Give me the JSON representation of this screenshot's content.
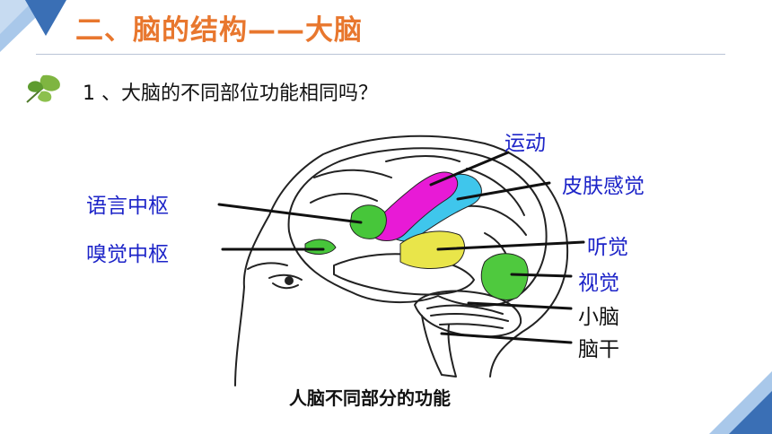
{
  "slide": {
    "title": "二、脑的结构——大脑",
    "question": "1 、大脑的不同部位功能相同吗？"
  },
  "figure": {
    "caption": "人脑不同部分的功能",
    "labels": {
      "motor": "运动",
      "skin_sense": "皮肤感觉",
      "speech_center": "语言中枢",
      "smell_center": "嗅觉中枢",
      "hearing": "听觉",
      "vision": "视觉",
      "cerebellum": "小脑",
      "brainstem": "脑干"
    }
  },
  "colors": {
    "title": "#e8772e",
    "label_blue": "#1d24c8",
    "motor_area": "#e81ad6",
    "skin_area": "#3fc6ec",
    "speech_area": "#47c63a",
    "hearing_area": "#e9e54a",
    "vision_area": "#4fc93e",
    "corner_blue": "#3a6fb5",
    "corner_light": "#a9c8ea"
  }
}
